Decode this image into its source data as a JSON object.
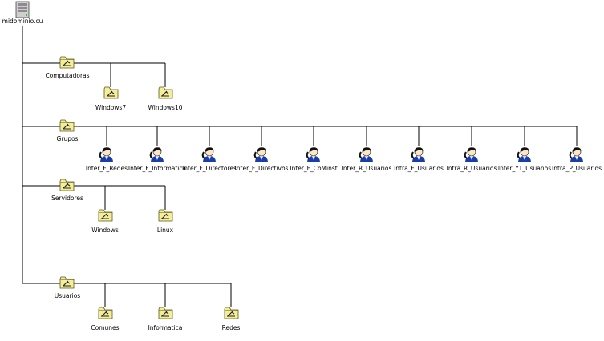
{
  "root": {
    "label": "midominio.cu",
    "icon": "server-icon"
  },
  "branches": [
    {
      "id": "computadoras",
      "label": "Computadoras",
      "icon": "folder-icon",
      "children": [
        {
          "label": "Windows7",
          "icon": "folder-icon"
        },
        {
          "label": "Windows10",
          "icon": "folder-icon"
        }
      ]
    },
    {
      "id": "grupos",
      "label": "Grupos",
      "icon": "folder-icon",
      "children": [
        {
          "label": "Inter_F_Redes",
          "icon": "user-group-icon"
        },
        {
          "label": "Inter_F_Informatica",
          "icon": "user-group-icon"
        },
        {
          "label": "Inter_F_Directores",
          "icon": "user-group-icon"
        },
        {
          "label": "Inter_F_Directivos",
          "icon": "user-group-icon"
        },
        {
          "label": "Inter_F_CoMinst",
          "icon": "user-group-icon"
        },
        {
          "label": "Inter_R_Usuarios",
          "icon": "user-group-icon"
        },
        {
          "label": "Intra_F_Usuarios",
          "icon": "user-group-icon"
        },
        {
          "label": "Intra_R_Usuarios",
          "icon": "user-group-icon"
        },
        {
          "label": "Inter_YT_Usuaños",
          "icon": "user-group-icon"
        },
        {
          "label": "Intra_P_Usuarios",
          "icon": "user-group-icon"
        }
      ]
    },
    {
      "id": "servidores",
      "label": "Servidores",
      "icon": "folder-icon",
      "children": [
        {
          "label": "Windows",
          "icon": "folder-icon"
        },
        {
          "label": "Linux",
          "icon": "folder-icon"
        }
      ]
    },
    {
      "id": "usuarios",
      "label": "Usuarios",
      "icon": "folder-icon",
      "children": [
        {
          "label": "Comunes",
          "icon": "folder-icon"
        },
        {
          "label": "Informatica",
          "icon": "folder-icon"
        },
        {
          "label": "Redes",
          "icon": "folder-icon"
        }
      ]
    }
  ],
  "colors": {
    "folder_fill": "#f4ee9a",
    "folder_stroke": "#5a5a1a",
    "user_face": "#fde6c8",
    "user_shirt": "#1a3ea8",
    "server": "#b9b9b9"
  }
}
